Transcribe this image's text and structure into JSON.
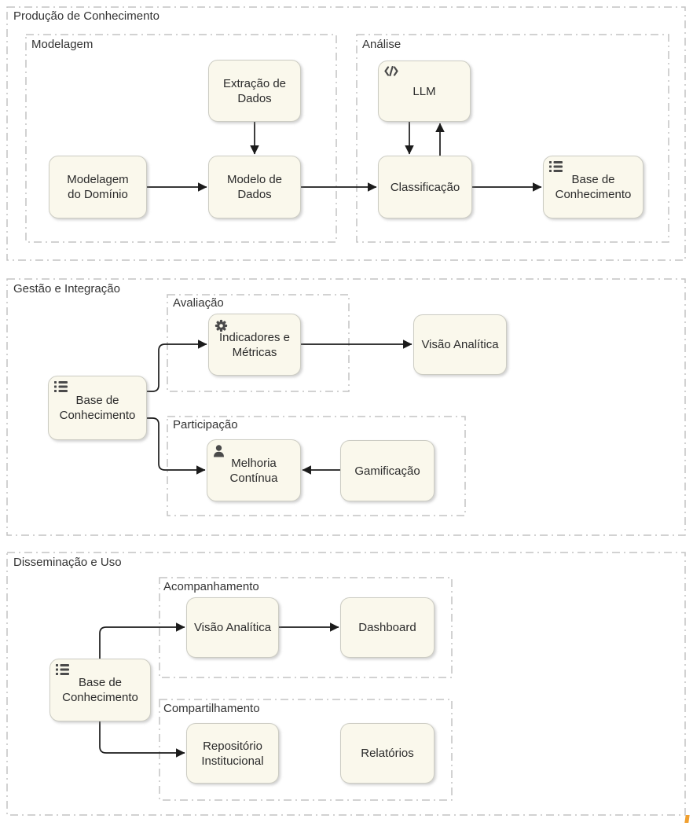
{
  "colors": {
    "node_fill": "#faf8ec",
    "node_border": "#ccccc3",
    "container_border": "#c3c3c3",
    "edge": "#1b1b1b",
    "text": "#2b2b2b",
    "icon": "#4a4a4a",
    "watermark": "#f0a030"
  },
  "sections": {
    "producao": {
      "title": "Produção de Conhecimento"
    },
    "gestao": {
      "title": "Gestão e Integração"
    },
    "disseminacao": {
      "title": "Disseminação e Uso"
    }
  },
  "groups": {
    "modelagem": {
      "title": "Modelagem"
    },
    "analise": {
      "title": "Análise"
    },
    "avaliacao": {
      "title": "Avaliação"
    },
    "participacao": {
      "title": "Participação"
    },
    "acompanhamento": {
      "title": "Acompanhamento"
    },
    "compartilhamento": {
      "title": "Compartilhamento"
    }
  },
  "nodes": {
    "extracao_dados": {
      "label": "Extração de\nDados"
    },
    "modelagem_dominio": {
      "label": "Modelagem\ndo Domínio"
    },
    "modelo_dados": {
      "label": "Modelo de\nDados"
    },
    "llm": {
      "label": "LLM",
      "icon": "code-icon"
    },
    "classificacao": {
      "label": "Classificação"
    },
    "base_conhecimento_producao": {
      "label": "Base de\nConhecimento",
      "icon": "list-icon"
    },
    "base_conhecimento_gestao": {
      "label": "Base de\nConhecimento",
      "icon": "list-icon"
    },
    "indicadores_metricas": {
      "label": "Indicadores e\nMétricas",
      "icon": "gear-icon"
    },
    "visao_analitica_gestao": {
      "label": "Visão Analítica"
    },
    "melhoria_continua": {
      "label": "Melhoria\nContínua",
      "icon": "user-icon"
    },
    "gamificacao": {
      "label": "Gamificação"
    },
    "base_conhecimento_disseminacao": {
      "label": "Base de\nConhecimento",
      "icon": "list-icon"
    },
    "visao_analitica_disseminacao": {
      "label": "Visão Analítica"
    },
    "dashboard": {
      "label": "Dashboard"
    },
    "repositorio_institucional": {
      "label": "Repositório\nInstitucional"
    },
    "relatorios": {
      "label": "Relatórios"
    }
  },
  "edges": [
    {
      "from": "extracao_dados",
      "to": "modelo_dados"
    },
    {
      "from": "modelagem_dominio",
      "to": "modelo_dados"
    },
    {
      "from": "modelo_dados",
      "to": "classificacao"
    },
    {
      "from": "llm",
      "to": "classificacao"
    },
    {
      "from": "classificacao",
      "to": "llm"
    },
    {
      "from": "classificacao",
      "to": "base_conhecimento_producao"
    },
    {
      "from": "base_conhecimento_gestao",
      "to": "indicadores_metricas"
    },
    {
      "from": "base_conhecimento_gestao",
      "to": "melhoria_continua"
    },
    {
      "from": "indicadores_metricas",
      "to": "visao_analitica_gestao"
    },
    {
      "from": "gamificacao",
      "to": "melhoria_continua"
    },
    {
      "from": "base_conhecimento_disseminacao",
      "to": "visao_analitica_disseminacao"
    },
    {
      "from": "base_conhecimento_disseminacao",
      "to": "repositorio_institucional"
    },
    {
      "from": "visao_analitica_disseminacao",
      "to": "dashboard"
    }
  ]
}
